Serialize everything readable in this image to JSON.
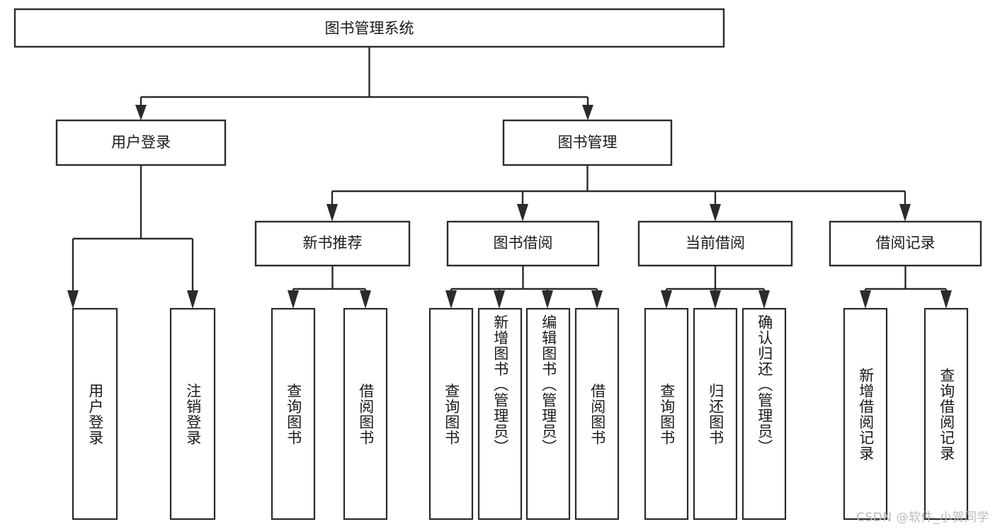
{
  "diagram": {
    "type": "tree-hierarchy",
    "title": "图书管理系统",
    "orientation": "top-down",
    "colors": {
      "box_stroke": "#2b2b2b",
      "box_fill": "#ffffff",
      "connector": "#2b2b2b",
      "text": "#1a1a1a",
      "background": "#ffffff",
      "watermark": "#b9b9b9"
    },
    "root": {
      "label": "图书管理系统"
    },
    "level2": [
      {
        "label": "用户登录"
      },
      {
        "label": "图书管理"
      }
    ],
    "level3": [
      {
        "label": "新书推荐"
      },
      {
        "label": "图书借阅"
      },
      {
        "label": "当前借阅"
      },
      {
        "label": "借阅记录"
      }
    ],
    "leaves": {
      "user_login": [
        {
          "label": "用户登录"
        },
        {
          "label": "注销登录"
        }
      ],
      "new_book_recommend": [
        {
          "label": "查询图书"
        },
        {
          "label": "借阅图书"
        }
      ],
      "book_borrow": [
        {
          "label": "查询图书"
        },
        {
          "label": "新增图书（管理员）"
        },
        {
          "label": "编辑图书（管理员）"
        },
        {
          "label": "借阅图书"
        }
      ],
      "current_borrow": [
        {
          "label": "查询图书"
        },
        {
          "label": "归还图书"
        },
        {
          "label": "确认归还（管理员）"
        }
      ],
      "borrow_record": [
        {
          "label": "新增借阅记录"
        },
        {
          "label": "查询借阅记录"
        }
      ]
    },
    "watermark": "CSDN @软件_小贺同学"
  }
}
